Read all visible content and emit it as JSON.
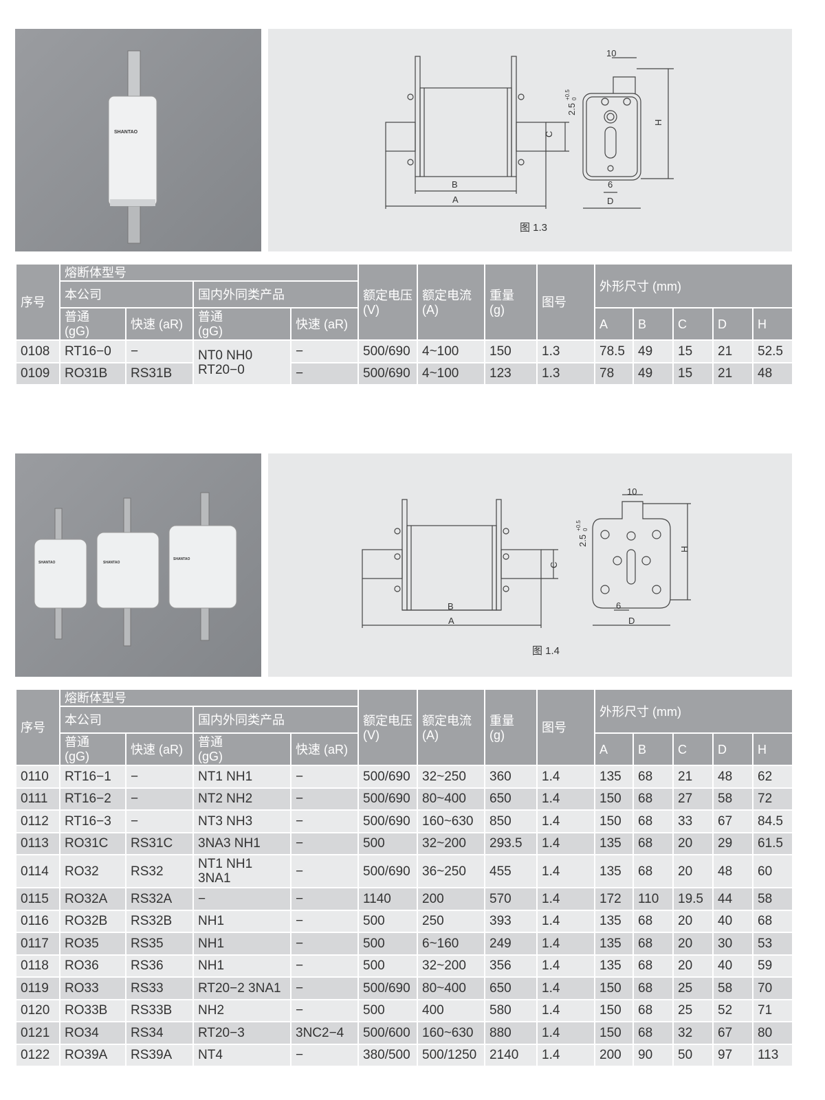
{
  "colors": {
    "header": "#a0a2a5",
    "row_light": "#e9eaeb",
    "row_dark": "#d6d7d9",
    "panel": "#e7e8e9"
  },
  "brand": "SHANTAO",
  "sections": [
    {
      "figure": {
        "caption": "图 1.3",
        "labels": {
          "a": "A",
          "b": "B",
          "c": "C",
          "d": "D",
          "h": "H",
          "w10": "10",
          "w6": "6",
          "t": "2.5",
          "tol_up": "+0.5",
          "tol_dn": "0"
        }
      },
      "table": {
        "header": {
          "no": "序号",
          "fuse_model": "熔断体型号",
          "company": "本公司",
          "similar": "国内外同类产品",
          "normal": "普通\n(gG)",
          "fast": "快速 (aR)",
          "voltage": "额定电压\n(V)",
          "current": "额定电流\n(A)",
          "weight": "重量\n(g)",
          "figure": "图号",
          "dims": "外形尺寸 (mm)",
          "dim_cols": [
            "A",
            "B",
            "C",
            "D",
            "H"
          ]
        },
        "rows": [
          [
            "0108",
            "RT16−0",
            "−",
            "NT0 NH0\nRT20−0",
            "−",
            "500/690",
            "4~100",
            "150",
            "1.3",
            "78.5",
            "49",
            "15",
            "21",
            "52.5"
          ],
          [
            "0109",
            "RO31B",
            "RS31B",
            null,
            "−",
            "500/690",
            "4~100",
            "123",
            "1.3",
            "78",
            "49",
            "15",
            "21",
            "48"
          ]
        ]
      }
    },
    {
      "figure": {
        "caption": "图 1.4",
        "labels": {
          "a": "A",
          "b": "B",
          "c": "C",
          "d": "D",
          "h": "H",
          "w10": "10",
          "w6": "6",
          "t": "2.5",
          "tol_up": "+0.5",
          "tol_dn": "0"
        }
      },
      "table": {
        "header": {
          "no": "序号",
          "fuse_model": "熔断体型号",
          "company": "本公司",
          "similar": "国内外同类产品",
          "normal": "普通\n(gG)",
          "fast": "快速 (aR)",
          "voltage": "额定电压\n(V)",
          "current": "额定电流\n(A)",
          "weight": "重量\n(g)",
          "figure": "图号",
          "dims": "外形尺寸 (mm)",
          "dim_cols": [
            "A",
            "B",
            "C",
            "D",
            "H"
          ]
        },
        "rows": [
          [
            "0110",
            "RT16−1",
            "−",
            "NT1 NH1",
            "−",
            "500/690",
            "32~250",
            "360",
            "1.4",
            "135",
            "68",
            "21",
            "48",
            "62"
          ],
          [
            "0111",
            "RT16−2",
            "−",
            "NT2 NH2",
            "−",
            "500/690",
            "80~400",
            "650",
            "1.4",
            "150",
            "68",
            "27",
            "58",
            "72"
          ],
          [
            "0112",
            "RT16−3",
            "−",
            "NT3 NH3",
            "−",
            "500/690",
            "160~630",
            "850",
            "1.4",
            "150",
            "68",
            "33",
            "67",
            "84.5"
          ],
          [
            "0113",
            "RO31C",
            "RS31C",
            "3NA3 NH1",
            "−",
            "500",
            "32~200",
            "293.5",
            "1.4",
            "135",
            "68",
            "20",
            "29",
            "61.5"
          ],
          [
            "0114",
            "RO32",
            "RS32",
            "NT1 NH1\n3NA1",
            "−",
            "500/690",
            "36~250",
            "455",
            "1.4",
            "135",
            "68",
            "20",
            "48",
            "60"
          ],
          [
            "0115",
            "RO32A",
            "RS32A",
            "−",
            "−",
            "1140",
            "200",
            "570",
            "1.4",
            "172",
            "110",
            "19.5",
            "44",
            "58"
          ],
          [
            "0116",
            "RO32B",
            "RS32B",
            "NH1",
            "−",
            "500",
            "250",
            "393",
            "1.4",
            "135",
            "68",
            "20",
            "40",
            "68"
          ],
          [
            "0117",
            "RO35",
            "RS35",
            "NH1",
            "−",
            "500",
            "6~160",
            "249",
            "1.4",
            "135",
            "68",
            "20",
            "30",
            "53"
          ],
          [
            "0118",
            "RO36",
            "RS36",
            "NH1",
            "−",
            "500",
            "32~200",
            "356",
            "1.4",
            "135",
            "68",
            "20",
            "40",
            "59"
          ],
          [
            "0119",
            "RO33",
            "RS33",
            "RT20−2 3NA1",
            "−",
            "500/690",
            "80~400",
            "650",
            "1.4",
            "150",
            "68",
            "25",
            "58",
            "70"
          ],
          [
            "0120",
            "RO33B",
            "RS33B",
            "NH2",
            "−",
            "500",
            "400",
            "580",
            "1.4",
            "150",
            "68",
            "25",
            "52",
            "71"
          ],
          [
            "0121",
            "RO34",
            "RS34",
            "RT20−3",
            "3NC2−4",
            "500/600",
            "160~630",
            "880",
            "1.4",
            "150",
            "68",
            "32",
            "67",
            "80"
          ],
          [
            "0122",
            "RO39A",
            "RS39A",
            "NT4",
            "−",
            "380/500",
            "500/1250",
            "2140",
            "1.4",
            "200",
            "90",
            "50",
            "97",
            "113"
          ]
        ]
      }
    }
  ]
}
